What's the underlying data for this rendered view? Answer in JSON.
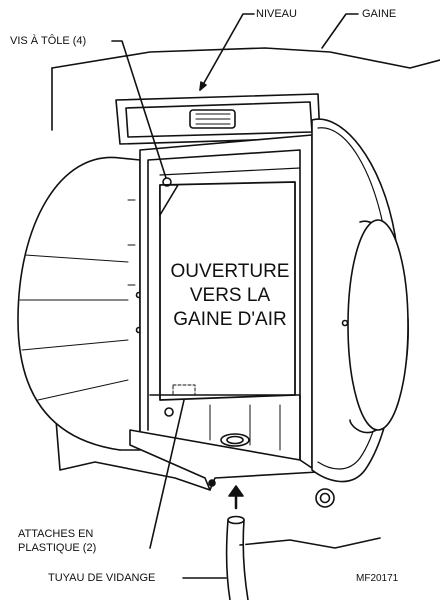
{
  "labels": {
    "niveau": "NIVEAU",
    "gaine": "GAINE",
    "vis_a_tole": "VIS À TÔLE (4)",
    "attaches_line1": "ATTACHES EN",
    "attaches_line2": "PLASTIQUE (2)",
    "tuyau": "TUYAU DE VIDANGE",
    "figure_code": "MF20171"
  },
  "opening": {
    "line1": "OUVERTURE",
    "line2": "VERS LA",
    "line3": "GAINE D'AIR"
  }
}
